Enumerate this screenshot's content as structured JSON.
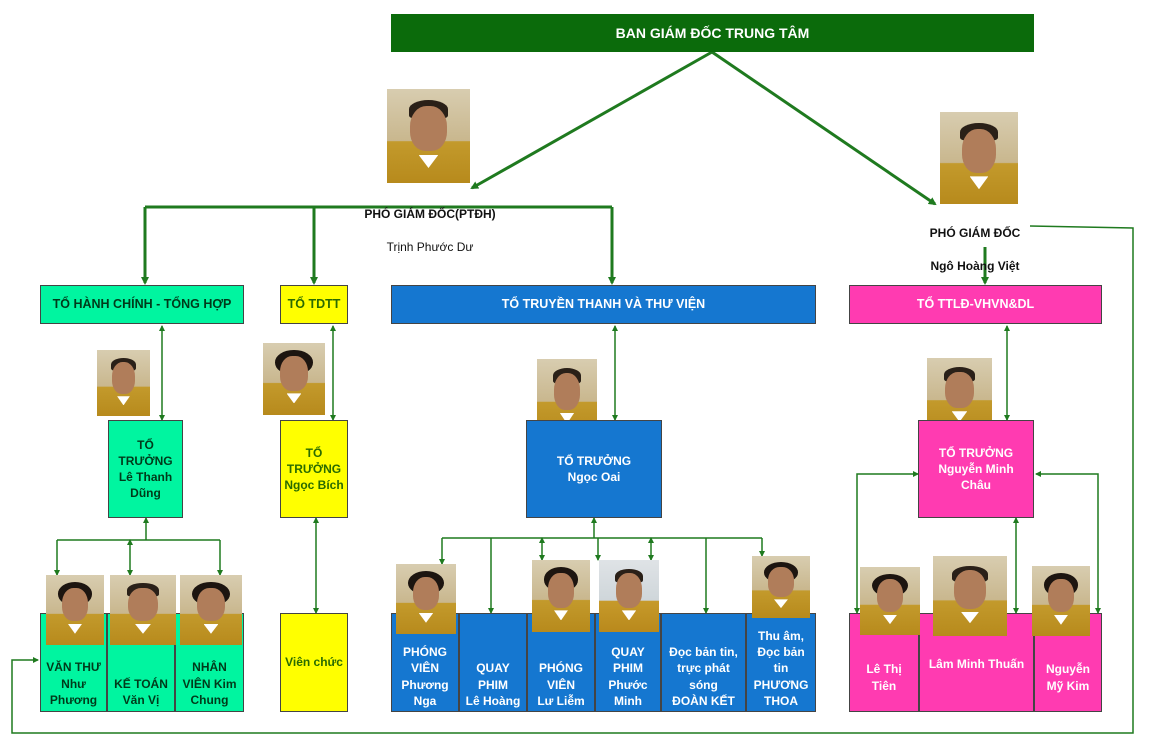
{
  "director": "BAN GIÁM ĐỐC TRUNG TÂM",
  "deputy1": {
    "title": "PHÓ GIÁM ĐỐC(PTĐH)",
    "name": "Trịnh Phước Dư"
  },
  "deputy2": {
    "title": "PHÓ GIÁM ĐỐC",
    "name": "Ngô Hoàng Việt"
  },
  "teams": {
    "admin": {
      "label": "TỔ HÀNH CHÍNH - TỔNG HỢP",
      "leader": "TỔ\nTRƯỞNG\nLê Thanh\nDũng",
      "staff": [
        "VĂN THƯ\nNhư\nPhương",
        "KẾ TOÁN\nVăn Vị",
        "NHÂN\nVIÊN Kim\nChung"
      ]
    },
    "tdtt": {
      "label": "TỔ TDTT",
      "leader": "TỔ\nTRƯỞNG\nNgọc Bích",
      "staff": [
        "Viên chức"
      ]
    },
    "broadcast": {
      "label": "TỔ TRUYỀN THANH VÀ THƯ VIỆN",
      "leader": "TỔ TRƯỞNG\nNgọc Oai",
      "staff": [
        "PHÓNG\nVIÊN\nPhương\nNga",
        "QUAY\nPHIM\nLê Hoàng",
        "PHÓNG\nVIÊN\nLư Liễm",
        "QUAY\nPHIM\nPhước\nMinh",
        "Đọc bản tin,\ntrực phát\nsóng\nĐOÀN KẾT",
        "Thu âm,\nĐọc bản\ntin\nPHƯƠNG\nTHOA"
      ]
    },
    "tourism": {
      "label": "TỔ TTLĐ-VHVN&DL",
      "leader": "TỔ TRƯỞNG\nNguyễn Minh\nChâu",
      "staff": [
        "Lê Thị\nTiên",
        "Lâm Minh Thuấn",
        "Nguyễn\nMỹ Kim"
      ]
    }
  },
  "colors": {
    "director": "#0b6b0b",
    "admin": "#00f5a0",
    "tdtt": "#ffff00",
    "broadcast": "#1577d0",
    "tourism": "#ff3bb1",
    "connector": "#1f7a1f"
  }
}
